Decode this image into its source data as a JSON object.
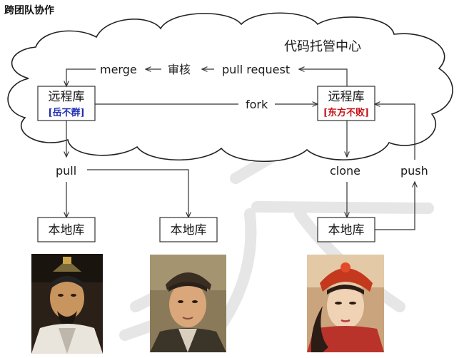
{
  "title": "跨团队协作",
  "cloud": {
    "label": "代码托管中心"
  },
  "flow": {
    "merge": "merge",
    "review": "审核",
    "pull_request": "pull request",
    "fork": "fork",
    "pull": "pull",
    "clone": "clone",
    "push": "push"
  },
  "repos": {
    "remote_left": {
      "label": "远程库",
      "owner": "[岳不群]",
      "owner_color": "#1f2fb0"
    },
    "remote_right": {
      "label": "远程库",
      "owner": "[东方不败]",
      "owner_color": "#c4141c"
    },
    "local_1": {
      "label": "本地库"
    },
    "local_2": {
      "label": "本地库"
    },
    "local_3": {
      "label": "本地库"
    }
  },
  "colors": {
    "line": "#333333",
    "cloud_stroke": "#222222",
    "watermark": "#e6e6e6"
  }
}
